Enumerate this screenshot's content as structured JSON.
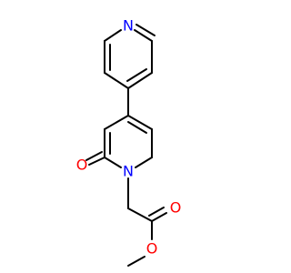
{
  "molecule": {
    "atoms": {
      "pyridine_n": {
        "symbol": "N",
        "color": "#0000ff"
      },
      "ring_n": {
        "symbol": "N",
        "color": "#0000ff"
      },
      "carbonyl_o_ring": {
        "symbol": "O",
        "color": "#ff0000"
      },
      "ester_o_double": {
        "symbol": "O",
        "color": "#ff0000"
      },
      "ester_o_single": {
        "symbol": "O",
        "color": "#ff0000"
      }
    },
    "bond_color": "#000000"
  }
}
